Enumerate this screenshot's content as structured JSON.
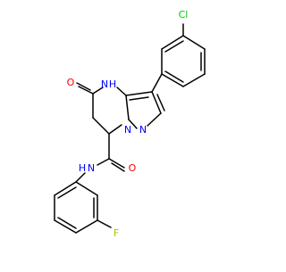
{
  "molecule": {
    "atom_labels": {
      "chlorine": "Cl",
      "nh": "N",
      "nh_h": "H",
      "oxygen_ketone": "O",
      "n_pyrazole": "N",
      "n_bridge": "N",
      "amide_n": "N",
      "amide_h": "H",
      "oxygen_amide": "O",
      "fluorine": "F"
    },
    "colors": {
      "bond": "#000000",
      "nitrogen": "#0000ff",
      "oxygen": "#ff0000",
      "chlorine": "#00cc00",
      "fluorine": "#99cc00"
    }
  }
}
